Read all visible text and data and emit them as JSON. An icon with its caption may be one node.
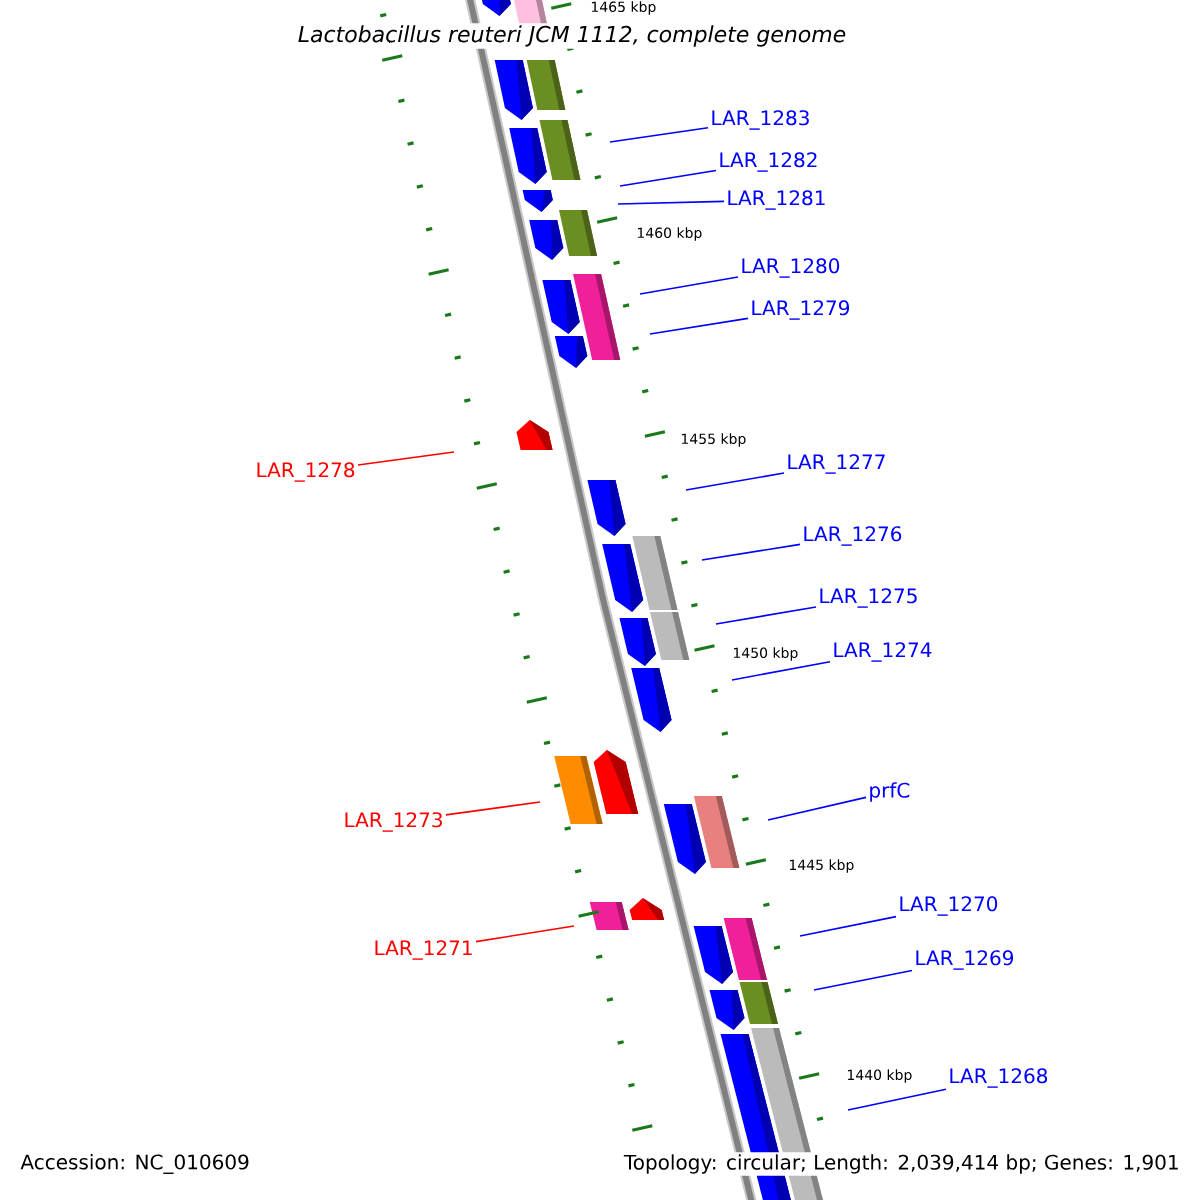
{
  "diagram": {
    "title": "Lactobacillus reuteri JCM 1112, complete genome",
    "nodes": [
      {
        "text": [
          "LAR_1283"
        ]
      },
      {
        "text": [
          "LAR_1282"
        ]
      },
      {
        "text": [
          "LAR_1281"
        ]
      },
      {
        "text": [
          "LAR_1280"
        ]
      },
      {
        "text": [
          "LAR_1279"
        ]
      },
      {
        "text": [
          "LAR_1278"
        ]
      },
      {
        "text": [
          "LAR_1277"
        ]
      },
      {
        "text": [
          "LAR_1276"
        ]
      },
      {
        "text": [
          "LAR_1275"
        ]
      },
      {
        "text": [
          "LAR_1274"
        ]
      },
      {
        "text": [
          "LAR_1273"
        ]
      },
      {
        "text": [
          "prfC"
        ]
      },
      {
        "text": [
          "LAR_1271"
        ]
      },
      {
        "text": [
          "LAR_1270"
        ]
      },
      {
        "text": [
          "LAR_1269"
        ]
      },
      {
        "text": [
          "LAR_1268"
        ]
      }
    ],
    "edges": [
      {
        "from": 0,
        "to": null,
        "arrow": "none"
      },
      {
        "from": 1,
        "to": null,
        "arrow": "none"
      },
      {
        "from": 2,
        "to": null,
        "arrow": "none"
      },
      {
        "from": 3,
        "to": null,
        "arrow": "none"
      },
      {
        "from": 4,
        "to": null,
        "arrow": "none"
      },
      {
        "from": 5,
        "to": null,
        "arrow": "none",
        "color": "#ff0000"
      },
      {
        "from": 6,
        "to": null,
        "arrow": "none"
      },
      {
        "from": 7,
        "to": null,
        "arrow": "none"
      },
      {
        "from": 8,
        "to": null,
        "arrow": "none"
      },
      {
        "from": 9,
        "to": null,
        "arrow": "none"
      },
      {
        "from": 10,
        "to": null,
        "arrow": "none",
        "color": "#ff0000"
      },
      {
        "from": 11,
        "to": null,
        "arrow": "none"
      },
      {
        "from": 12,
        "to": null,
        "arrow": "none",
        "color": "#ff0000"
      },
      {
        "from": 13,
        "to": null,
        "arrow": "none"
      },
      {
        "from": 14,
        "to": null,
        "arrow": "none"
      },
      {
        "from": 15,
        "to": null,
        "arrow": "none"
      }
    ],
    "labels": [
      "1465 kbp",
      "1460 kbp",
      "1455 kbp",
      "1450 kbp",
      "1445 kbp",
      "1440 kbp",
      "Accession: NC_010609",
      "Topology: circular; Length: 2,039,414 bp; Genes: 1,901"
    ]
  }
}
